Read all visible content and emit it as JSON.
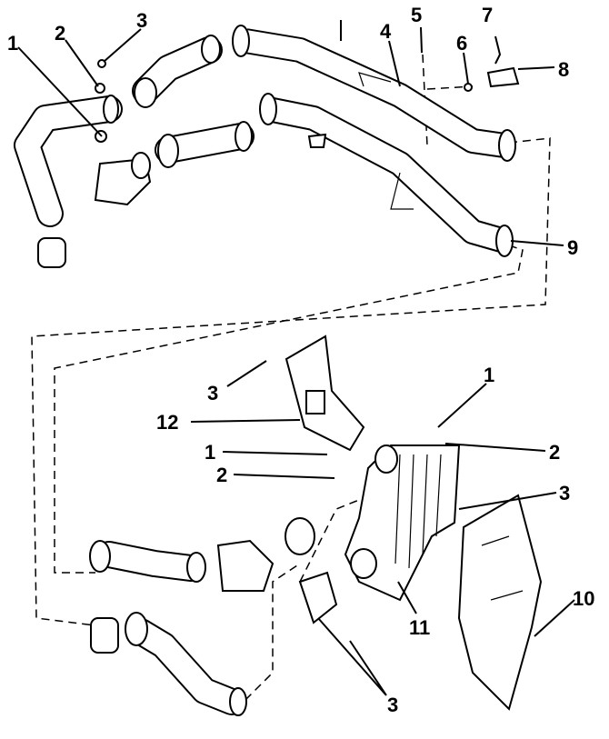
{
  "diagram": {
    "title": "Intercooler and charge air hoses exploded view",
    "callouts": {
      "top_1": "1",
      "top_2": "2",
      "top_3": "3",
      "top_4": "4",
      "top_5": "5",
      "top_6": "6",
      "top_7": "7",
      "top_8": "8",
      "top_9": "9",
      "bot_3a": "3",
      "bot_12": "12",
      "bot_1a": "1",
      "bot_2a": "2",
      "bot_1b": "1",
      "bot_2b": "2",
      "bot_3b": "3",
      "bot_11": "11",
      "bot_10": "10",
      "bot_3c": "3"
    }
  }
}
